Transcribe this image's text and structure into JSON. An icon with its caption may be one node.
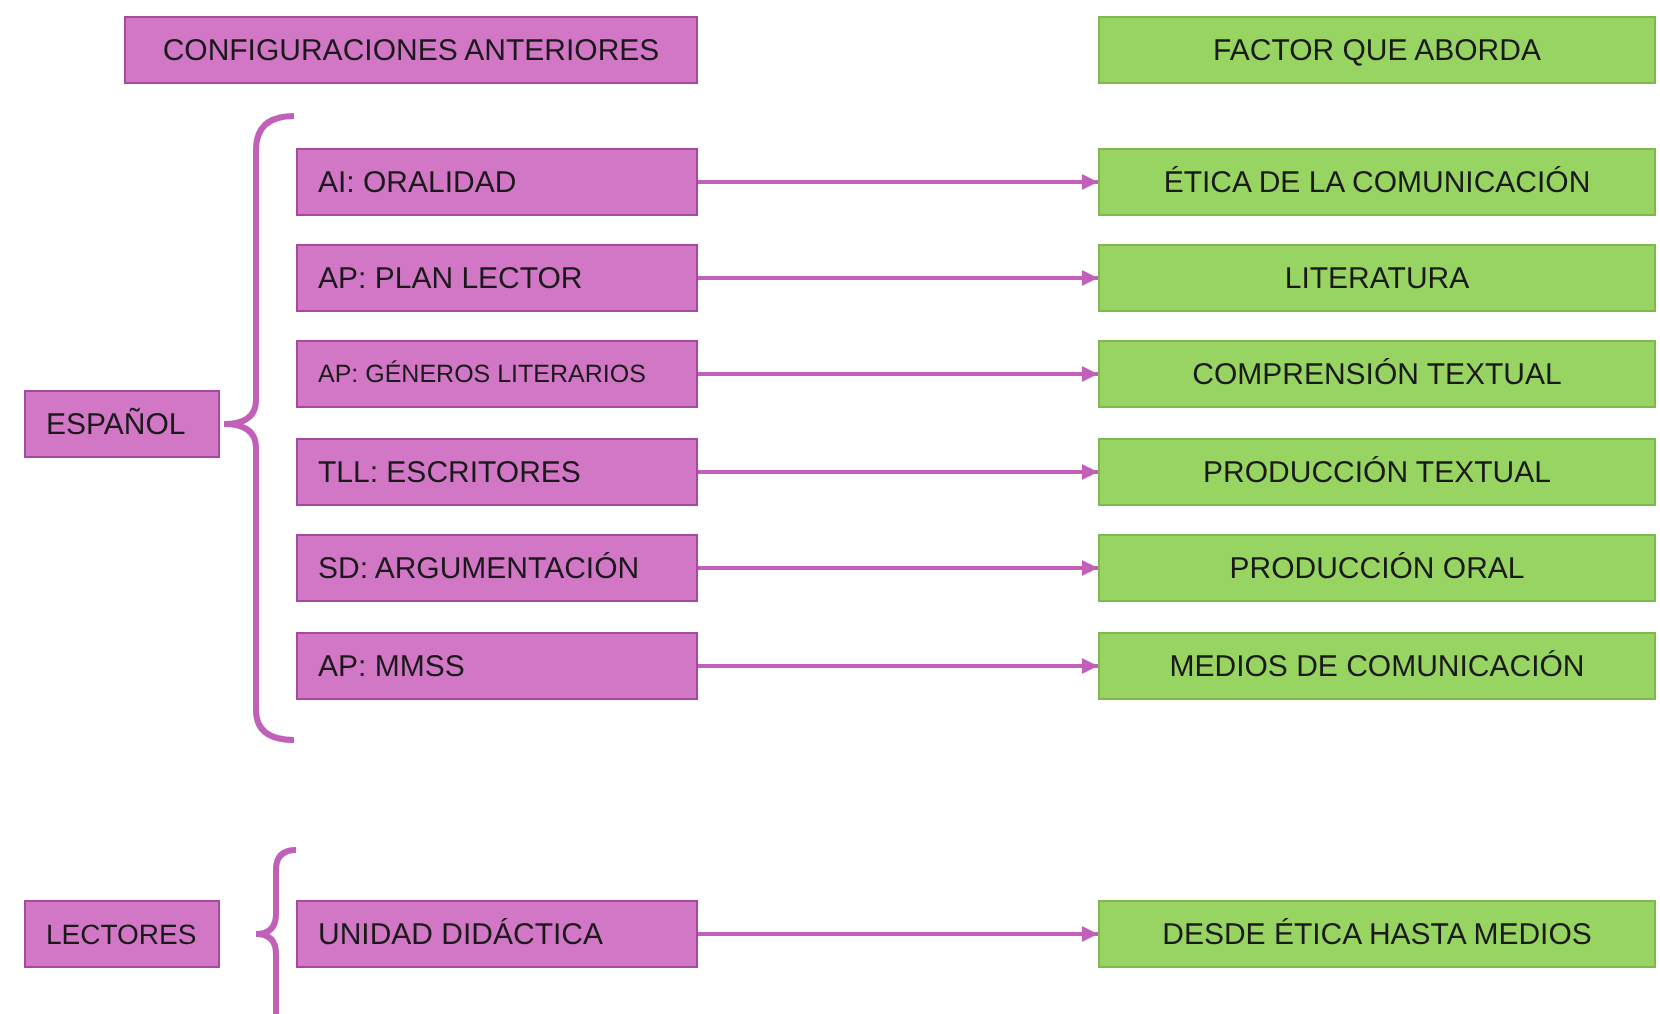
{
  "diagram": {
    "nodes": [
      {
        "text": [
          "CONFIGURACIONES ANTERIORES"
        ]
      },
      {
        "text": [
          "FACTOR QUE ABORDA"
        ]
      },
      {
        "text": [
          "ESPAÑOL"
        ]
      },
      {
        "text": [
          "AI: ORALIDAD"
        ]
      },
      {
        "text": [
          "ÉTICA DE LA COMUNICACIÓN"
        ]
      },
      {
        "text": [
          "AP: PLAN LECTOR"
        ]
      },
      {
        "text": [
          "LITERATURA"
        ]
      },
      {
        "text": [
          "AP: GÉNEROS LITERARIOS"
        ]
      },
      {
        "text": [
          "COMPRENSIÓN TEXTUAL"
        ]
      },
      {
        "text": [
          "TLL: ESCRITORES"
        ]
      },
      {
        "text": [
          "PRODUCCIÓN TEXTUAL"
        ]
      },
      {
        "text": [
          "SD: ARGUMENTACIÓN"
        ]
      },
      {
        "text": [
          "PRODUCCIÓN ORAL"
        ]
      },
      {
        "text": [
          "AP: MMSS"
        ]
      },
      {
        "text": [
          "MEDIOS DE COMUNICACIÓN"
        ]
      },
      {
        "text": [
          "LECTORES"
        ]
      },
      {
        "text": [
          "UNIDAD DIDÁCTICA"
        ]
      },
      {
        "text": [
          "DESDE ÉTICA HASTA MEDIOS"
        ]
      }
    ],
    "edges": [
      {
        "from": 3,
        "to": 4,
        "arrow": "to"
      },
      {
        "from": 5,
        "to": 6,
        "arrow": "to"
      },
      {
        "from": 7,
        "to": 8,
        "arrow": "to"
      },
      {
        "from": 9,
        "to": 10,
        "arrow": "to"
      },
      {
        "from": 11,
        "to": 12,
        "arrow": "to"
      },
      {
        "from": 13,
        "to": 14,
        "arrow": "to"
      },
      {
        "from": 16,
        "to": 17,
        "arrow": "to"
      }
    ]
  }
}
